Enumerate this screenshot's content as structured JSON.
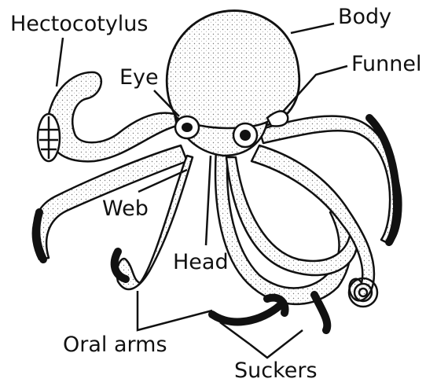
{
  "labels": {
    "hectocotylus": "Hectocotylus",
    "body": "Body",
    "funnel": "Funnel",
    "eye": "Eye",
    "web": "Web",
    "head": "Head",
    "oral_arms": "Oral arms",
    "suckers": "Suckers"
  },
  "colors": {
    "ink": "#111111",
    "paper": "#ffffff",
    "shade": "#cfcfcf"
  }
}
